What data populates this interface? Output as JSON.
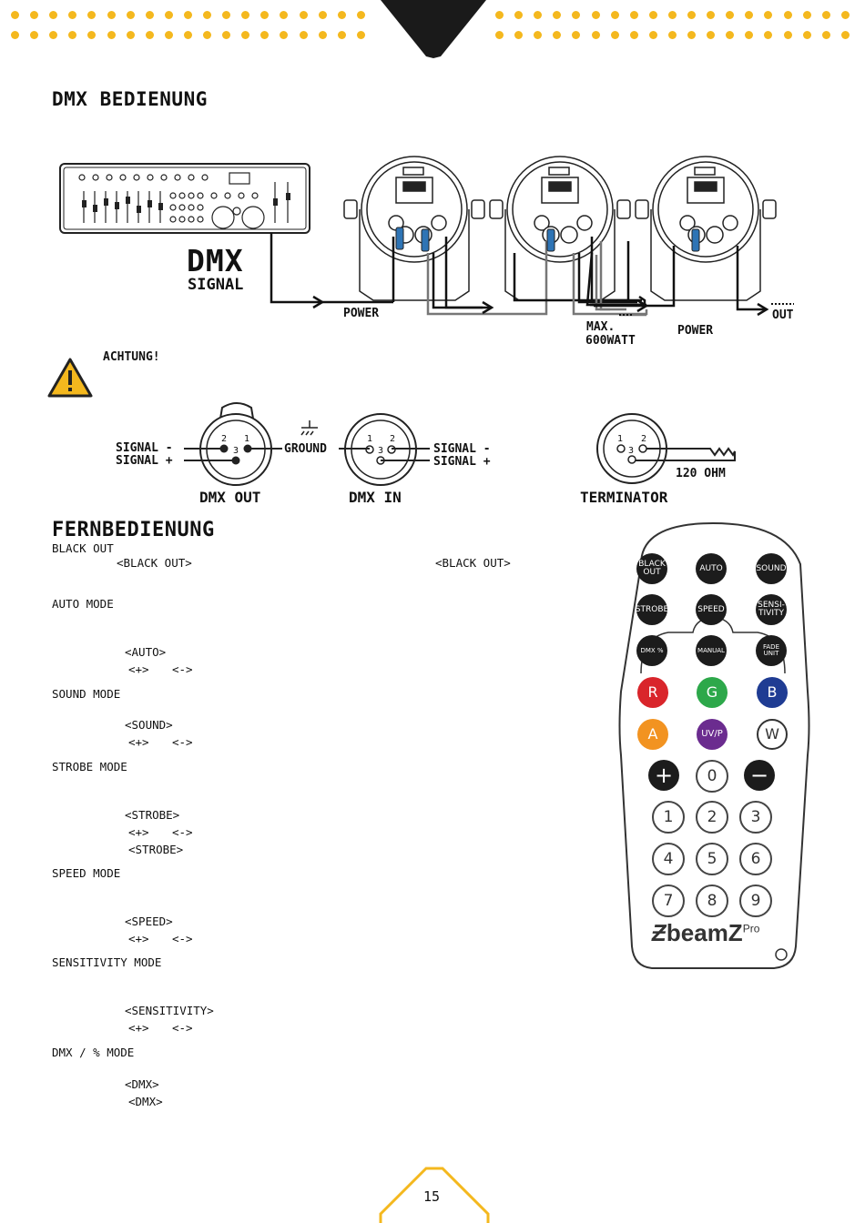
{
  "header": {
    "dot_color": "#f4b81e",
    "triangle_color": "#1a1a1a"
  },
  "dmx_section": {
    "title": "DMX BEDIENUNG",
    "signal_big": "DMX",
    "signal_small": "SIGNAL",
    "power_1": "POWER",
    "max_label": "MAX.",
    "watt_label": "600WATT",
    "power_2": "POWER",
    "out_label": "OUT"
  },
  "warning": {
    "label": "ACHTUNG!"
  },
  "connectors": {
    "signal_minus_left": "SIGNAL -",
    "signal_plus_left": "SIGNAL +",
    "ground": "GROUND",
    "signal_minus_right": "SIGNAL -",
    "signal_plus_right": "SIGNAL +",
    "dmx_out": "DMX OUT",
    "dmx_in": "DMX IN",
    "terminator": "TERMINATOR",
    "ohm": "120 OHM",
    "pin1": "1",
    "pin2": "2",
    "pin3": "3"
  },
  "remote_section": {
    "title": "FERNBEDIENUNG",
    "modes": [
      {
        "title": "BLACK OUT",
        "lines": [
          {
            "a": "<BLACK OUT>",
            "b": "<BLACK OUT>"
          }
        ]
      },
      {
        "title": "AUTO MODE",
        "lines": [
          {
            "a": "<AUTO>"
          },
          {
            "a": "<+>",
            "b": "<->"
          }
        ]
      },
      {
        "title": "SOUND MODE",
        "lines": [
          {
            "a": "<SOUND>"
          },
          {
            "a": "<+>",
            "b": "<->"
          }
        ]
      },
      {
        "title": "STROBE MODE",
        "lines": [
          {
            "a": "<STROBE>"
          },
          {
            "a": "<+>",
            "b": "<->"
          },
          {
            "a": "<STROBE>"
          }
        ]
      },
      {
        "title": "SPEED MODE",
        "lines": [
          {
            "a": "<SPEED>"
          },
          {
            "a": "<+>",
            "b": "<->"
          }
        ]
      },
      {
        "title": "SENSITIVITY MODE",
        "lines": [
          {
            "a": "<SENSITIVITY>"
          },
          {
            "a": "<+>",
            "b": "<->"
          }
        ]
      },
      {
        "title": "DMX / % MODE",
        "lines": [
          {
            "a": "<DMX>"
          },
          {
            "a": "<DMX>"
          }
        ]
      }
    ]
  },
  "remote": {
    "row1": [
      "BLACK OUT",
      "AUTO",
      "SOUND"
    ],
    "row2": [
      "STROBE",
      "SPEED",
      "SENSI-TIVITY"
    ],
    "row3": [
      "DMX %",
      "MANUAL",
      "FADE UNIT"
    ],
    "colors": [
      {
        "label": "R",
        "color": "#d9252b"
      },
      {
        "label": "G",
        "color": "#2da84a"
      },
      {
        "label": "B",
        "color": "#1f3c93"
      },
      {
        "label": "A",
        "color": "#f29321"
      },
      {
        "label": "UV/P",
        "color": "#6b2c8f"
      },
      {
        "label": "W",
        "color": "#ffffff"
      }
    ],
    "plus": "+",
    "zero": "0",
    "minus": "−",
    "numbers": [
      "1",
      "2",
      "3",
      "4",
      "5",
      "6",
      "7",
      "8",
      "9"
    ],
    "brand": "beamZ",
    "brand_sup": "Pro"
  },
  "footer": {
    "page": "15"
  }
}
